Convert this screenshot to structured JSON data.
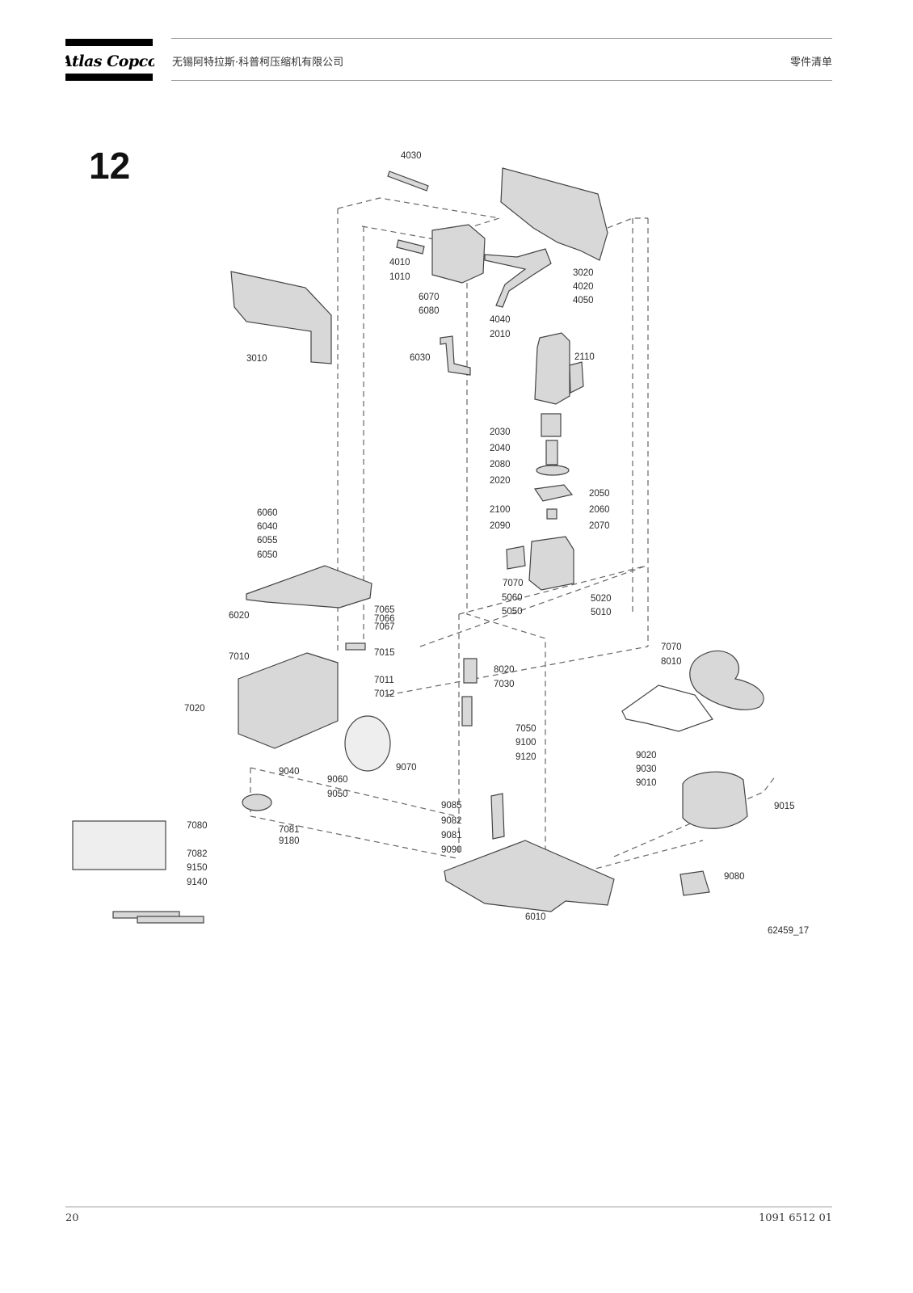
{
  "header": {
    "brand": "Atlas Copco",
    "company": "无锡阿特拉斯·科普柯压缩机有限公司",
    "doc_type": "零件清单"
  },
  "figure": {
    "number": "12",
    "drawing_ref": "62459_17",
    "parts": [
      "4030",
      "3020",
      "4020",
      "4050",
      "4010",
      "1010",
      "6070",
      "6080",
      "4040",
      "2010",
      "2110",
      "3010",
      "6030",
      "2030",
      "2040",
      "2080",
      "2020",
      "2050",
      "2100",
      "2060",
      "2090",
      "2070",
      "6060",
      "6040",
      "6055",
      "6050",
      "7070",
      "6020",
      "7065",
      "7066",
      "7067",
      "5060",
      "5050",
      "5020",
      "5010",
      "7015",
      "7010",
      "8020",
      "7011",
      "7012",
      "7030",
      "7020",
      "7050",
      "9100",
      "9120",
      "9040",
      "9060",
      "9050",
      "9070",
      "9085",
      "9082",
      "9081",
      "9090",
      "7080",
      "7081",
      "9180",
      "7082",
      "9150",
      "9140",
      "6010",
      "7070",
      "8010",
      "9020",
      "9030",
      "9010",
      "9015",
      "9080"
    ]
  },
  "footer": {
    "page_number": "20",
    "doc_number": "1091 6512 01"
  }
}
